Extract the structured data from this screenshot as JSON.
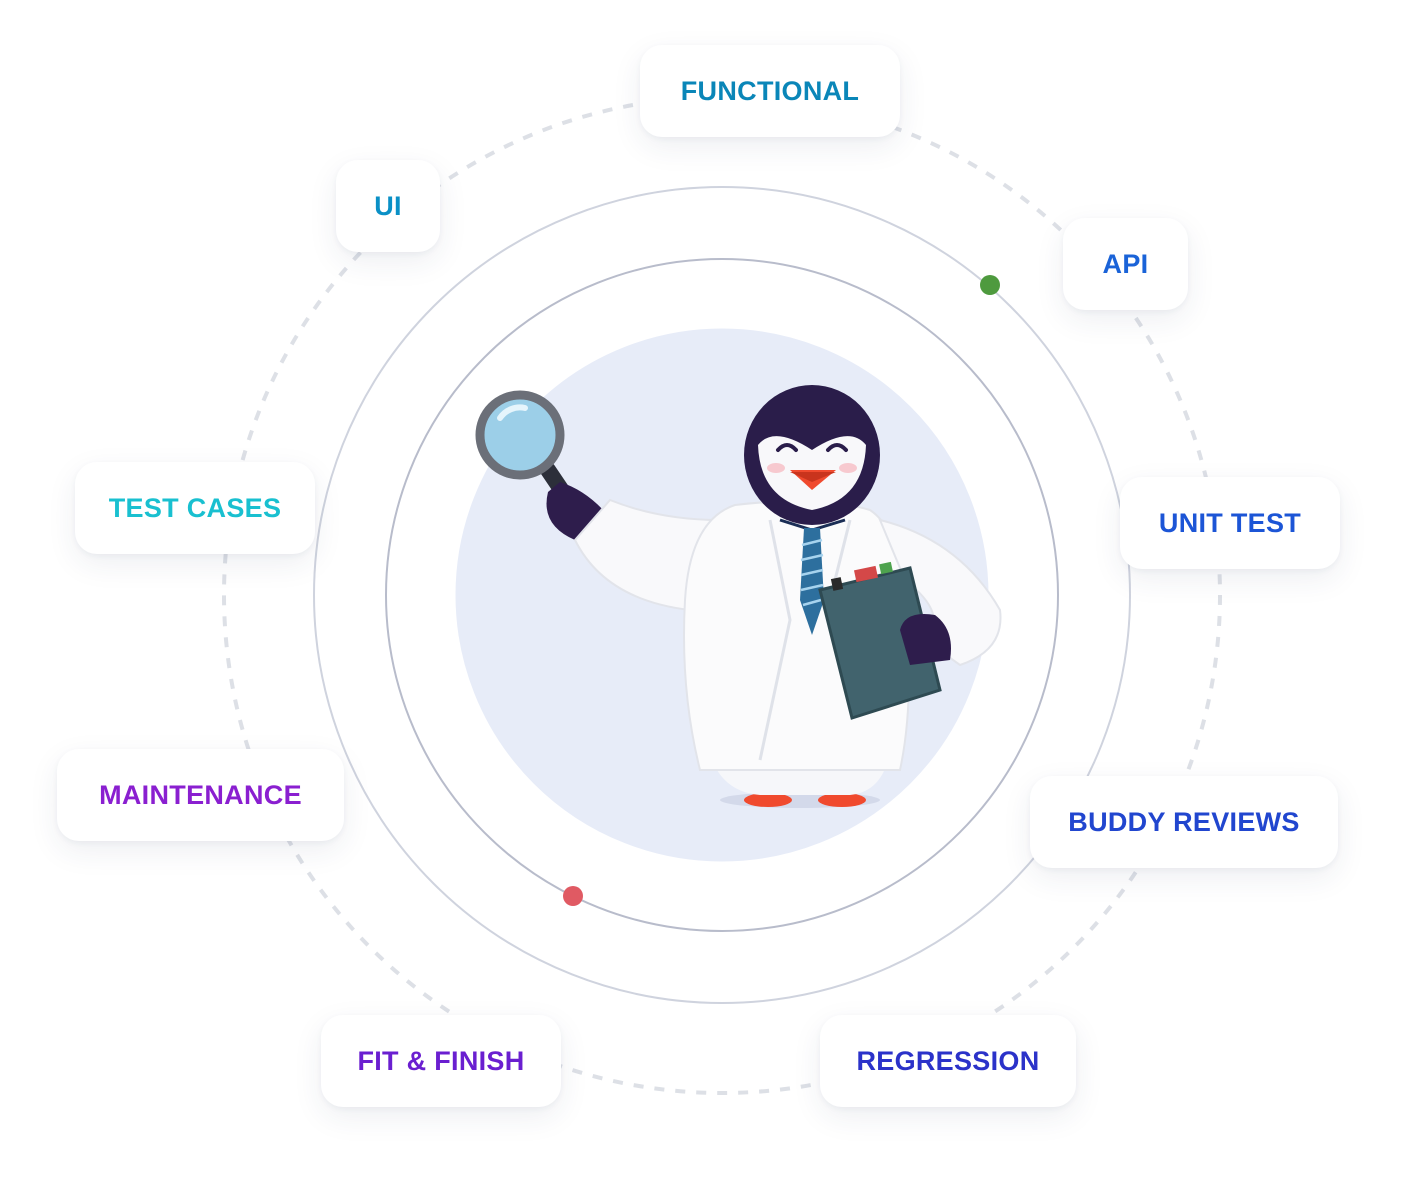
{
  "labels": {
    "functional": {
      "text": "FUNCTIONAL",
      "color": "#0a86b8"
    },
    "ui": {
      "text": "UI",
      "color": "#0a90c6"
    },
    "api": {
      "text": "API",
      "color": "#1a63d8"
    },
    "test_cases": {
      "text": "TEST CASES",
      "color": "#19c0d0"
    },
    "unit_test": {
      "text": "UNIT TEST",
      "color": "#1c55d6"
    },
    "maintenance": {
      "text": "MAINTENANCE",
      "color": "#8a1fd0"
    },
    "buddy_reviews": {
      "text": "BUDDY REVIEWS",
      "color": "#2146cf"
    },
    "fit_finish": {
      "text": "FIT & FINISH",
      "color": "#6a1fd0"
    },
    "regression": {
      "text": "REGRESSION",
      "color": "#2b32c9"
    }
  },
  "colors": {
    "dashed_ring": "#dde0e6",
    "outer_ring": "#cfd3de",
    "inner_ring": "#b8bccb",
    "core_fill": "#e7ecf8",
    "green_dot": "#4e9a3e",
    "red_dot": "#e05a63"
  },
  "illustration": "penguin-scientist-with-magnifier-and-clipboard"
}
